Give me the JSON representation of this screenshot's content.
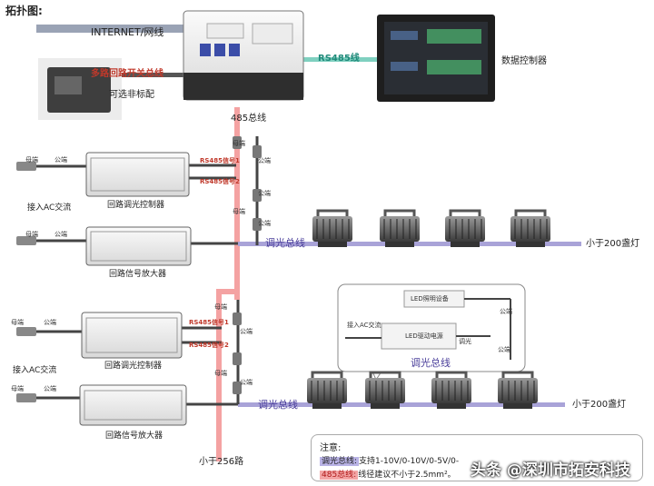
{
  "page": {
    "title": "拓扑图:",
    "internet_label": "INTERNET/网线",
    "rs485_line_label": "RS485线",
    "data_controller_label": "数据控制器",
    "multi_switch_label": "多路回路开关总线",
    "optional_label": "可选非标配",
    "bus_485_label": "485总线",
    "under_256_label": "小于256路",
    "colors": {
      "rs485": "#f08a8a",
      "dimming_bus": "#a9a3d8",
      "cable": "#333333",
      "teal": "#7fd0c0"
    }
  },
  "groups": [
    {
      "ac_label": "接入AC交流",
      "controller_label": "回路调光控制器",
      "amplifier_label": "回路信号放大器",
      "rs485_signal_1": "RS485信号1",
      "rs485_signal_2": "RS485信号2",
      "dimming_bus_label": "调光总线",
      "lamp_count_label": "小于200盏灯"
    },
    {
      "ac_label": "接入AC交流",
      "controller_label": "回路调光控制器",
      "amplifier_label": "回路信号放大器",
      "rs485_signal_1": "RS485信号1",
      "rs485_signal_2": "RS485信号2",
      "dimming_bus_label": "调光总线",
      "lamp_count_label": "小于200盏灯"
    }
  ],
  "connector_labels": {
    "male": "公端",
    "female": "母端"
  },
  "detail": {
    "ac_label": "接入AC交流",
    "lamp_box_label": "LED照明设备",
    "driver_label": "LED驱动电源",
    "bus_label": "调光总线",
    "dim_label": "调光"
  },
  "note": {
    "title": "注意:",
    "line1_tag": "调光总线:",
    "line1_text": "支持1-10V/0-10V/0-5V/0-",
    "line2_tag": "485总线:",
    "line2_text": "线径建议不小于2.5mm²。"
  },
  "watermark": "头条 @深圳市拓安科技"
}
